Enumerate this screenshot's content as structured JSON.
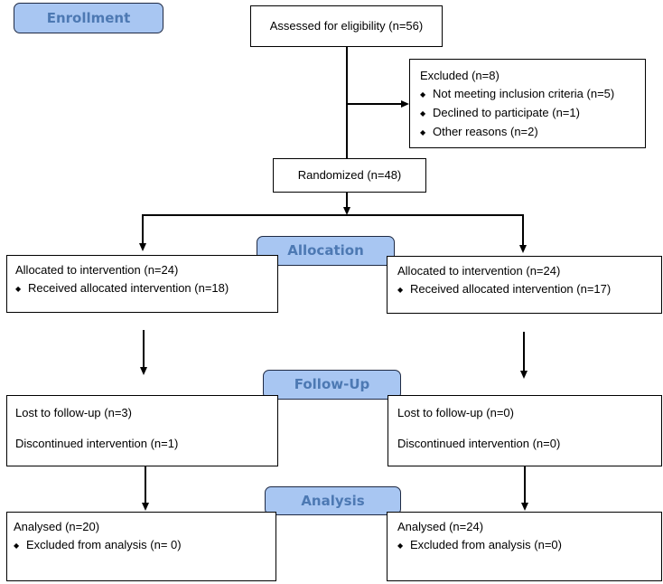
{
  "headers": {
    "enrollment": "Enrollment",
    "allocation": "Allocation",
    "followup": "Follow-Up",
    "analysis": "Analysis"
  },
  "bullet": "◆",
  "assessed": "Assessed for eligibility (n=56)",
  "excluded": {
    "title": "Excluded (n=8)",
    "items": [
      "Not meeting inclusion criteria (n=5)",
      "Declined to participate (n=1)",
      "Other reasons (n=2)"
    ]
  },
  "randomized": "Randomized (n=48)",
  "left": {
    "allocation_title": "Allocated to intervention (n=24)",
    "allocation_item": "Received allocated intervention (n=18)",
    "lost": "Lost to follow-up (n=3)",
    "discontinued": "Discontinued intervention (n=1)",
    "analysed": "Analysed  (n=20)",
    "analysis_item": "Excluded from analysis  (n= 0)"
  },
  "right": {
    "allocation_title": "Allocated to intervention (n=24)",
    "allocation_item": "Received allocated intervention (n=17)",
    "lost": "Lost to follow-up  (n=0)",
    "discontinued": "Discontinued intervention  (n=0)",
    "analysed": "Analysed  (n=24)",
    "analysis_item": "Excluded from analysis  (n=0)"
  }
}
